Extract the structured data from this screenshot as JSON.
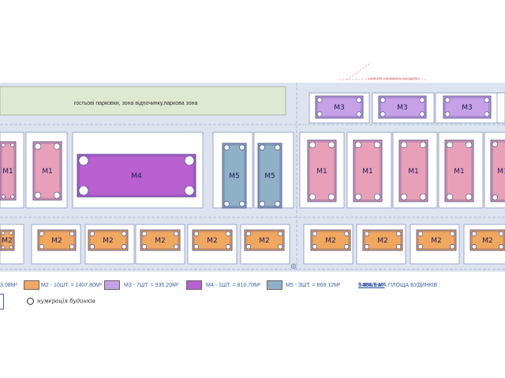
{
  "labels": {
    "zone": "гостьові парковки, зона відпочинку,паркова зона",
    "redline": "ЛІНІЯ РЕГУЛЮВАННЯ ЗАБУДОВИ",
    "numbering_note": "нумерація будинків"
  },
  "colors": {
    "m1": "#e8a0b8",
    "m2": "#f0a860",
    "m3": "#c8a0e8",
    "m4": "#b860d0",
    "m5": "#90b0c8",
    "road": "#dde3ef",
    "greenzone": "#dfe8d0",
    "lines": "#6a7ab0"
  },
  "buildings": {
    "m1": "M1",
    "m2": "M2",
    "m3": "M3",
    "m4": "M4",
    "m5": "M5"
  },
  "legend": {
    "m1_partial": "3.08M²",
    "m2": "M2 - 10ШТ. = 1407.80M²",
    "m3": "M3 - 7ШТ. = 935.20M²",
    "m4": "M4 - 1ШТ. = 810.70M²",
    "m5": "M5 - 3ШТ. = 669.12M²",
    "total_label": "ЗАГАЛЬНА ПЛОЩА БУДИНКІВ :",
    "total_value": "5 885.9 M²"
  }
}
